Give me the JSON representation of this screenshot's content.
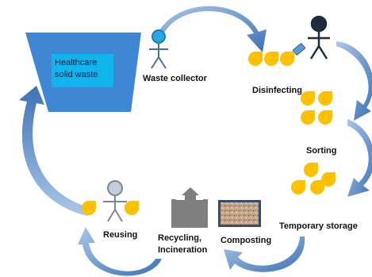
{
  "bin": {
    "line1": "Healthcare",
    "line2": "solid waste"
  },
  "stages": {
    "waste_collector": "Waste collector",
    "disinfecting": "Disinfecting",
    "sorting": "Sorting",
    "temporary_storage": "Temporary storage",
    "composting": "Composting",
    "recycling_line1": "Recycling,",
    "recycling_line2": "Incineration",
    "reusing": "Reusing"
  },
  "colors": {
    "arrow": "#4f81bd",
    "arrow_light": "#9bbde0",
    "bin_fill": "#3f86d4",
    "bin_label_fill": "#11b5ee",
    "drop": "#ffc000",
    "collector_head": "#28a8e0",
    "disinfector_head": "#1f2a3a",
    "reuser_head": "#b8c2cc",
    "incinerator": "#7f7f7f",
    "compost_border": "#3a4b70",
    "compost_fill": "#c9a98a"
  },
  "icons": [
    "stick-figure-icon",
    "drop-icon",
    "bin-icon",
    "factory-icon",
    "compost-icon",
    "spray-bottle-icon"
  ]
}
